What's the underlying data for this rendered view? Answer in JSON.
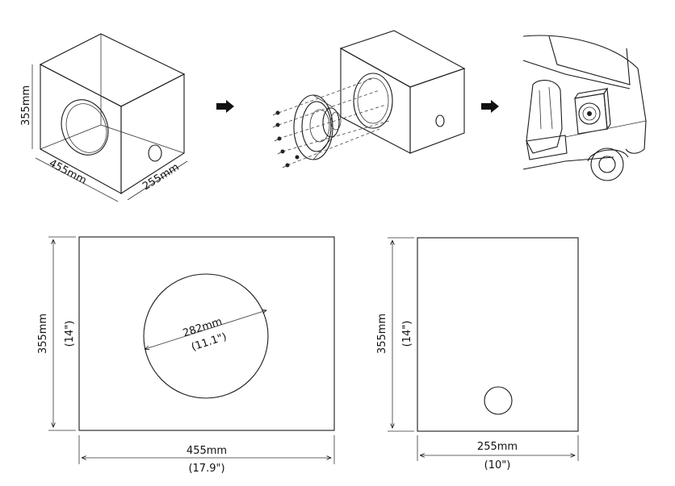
{
  "top_row": {
    "box_height": "355mm",
    "box_width": "455mm",
    "box_depth": "255mm"
  },
  "front_view": {
    "height_mm": "355mm",
    "height_in": "(14\")",
    "width_mm": "455mm",
    "width_in": "(17.9\")",
    "hole_mm": "282mm",
    "hole_in": "(11.1\")"
  },
  "side_view": {
    "height_mm": "355mm",
    "height_in": "(14\")",
    "width_mm": "255mm",
    "width_in": "(10\")"
  },
  "icons": [
    "arrow-right-icon",
    "arrow-right-icon"
  ]
}
